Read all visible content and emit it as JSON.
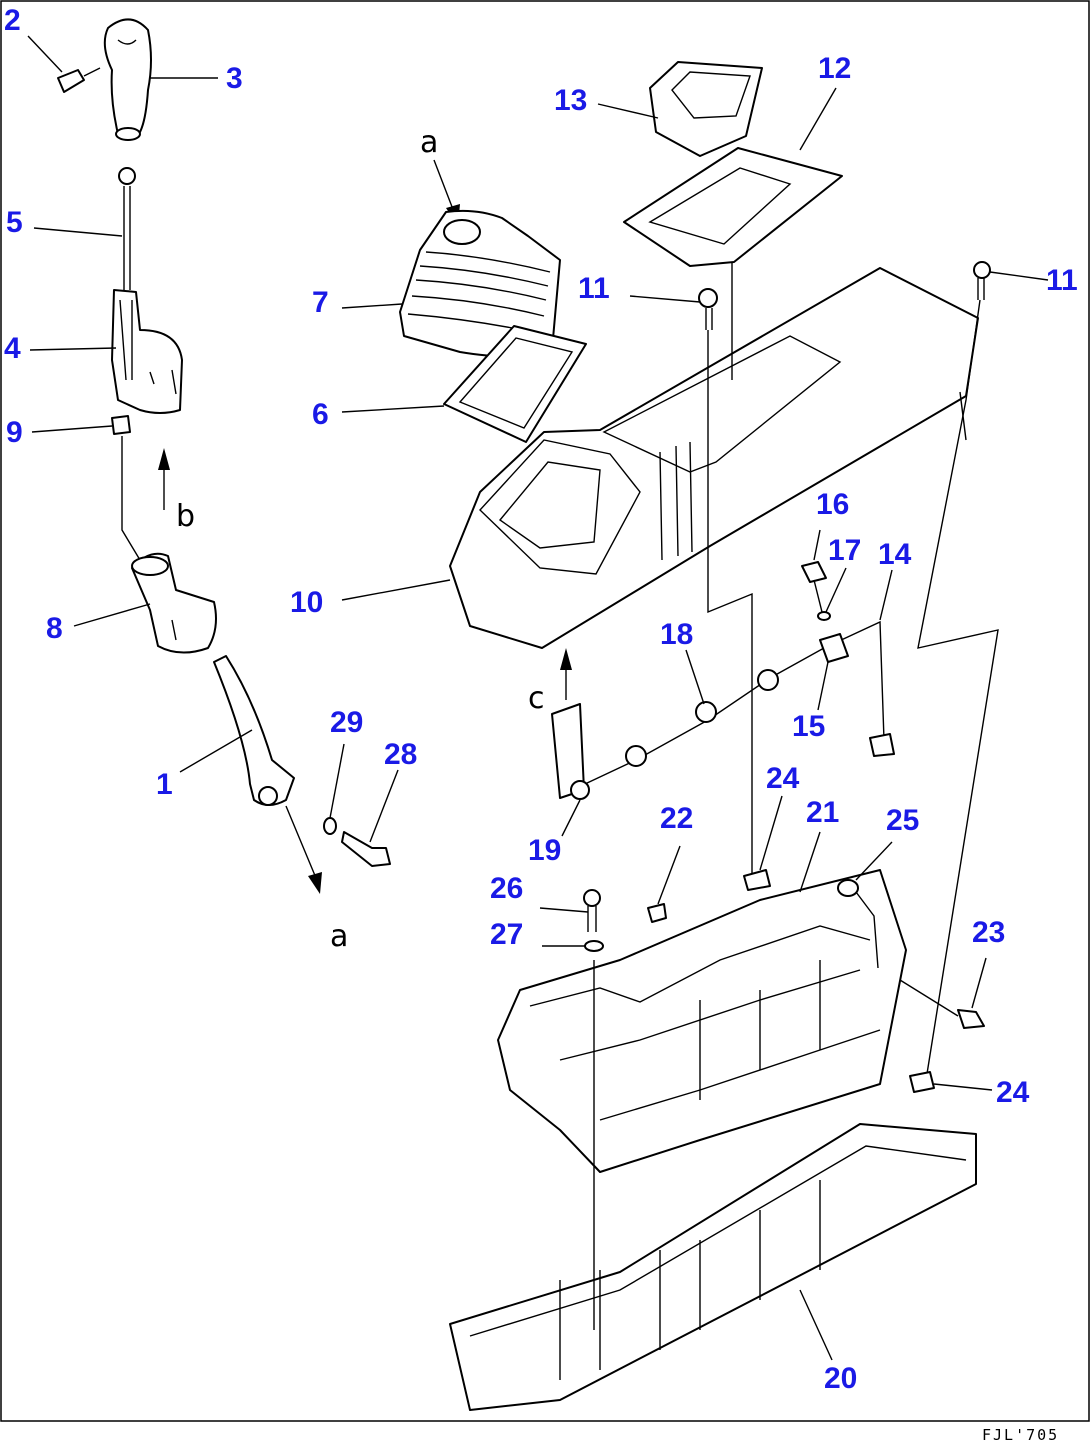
{
  "diagram": {
    "drawing_code": "FJL'705",
    "reference_letters": {
      "a": "a",
      "b": "b",
      "c": "c"
    },
    "callouts": {
      "p1": "1",
      "p2": "2",
      "p3": "3",
      "p4": "4",
      "p5": "5",
      "p6": "6",
      "p7": "7",
      "p8": "8",
      "p9": "9",
      "p10": "10",
      "p11a": "11",
      "p11b": "11",
      "p12": "12",
      "p13": "13",
      "p14": "14",
      "p15": "15",
      "p16": "16",
      "p17": "17",
      "p18": "18",
      "p19": "19",
      "p20": "20",
      "p21": "21",
      "p22": "22",
      "p23": "23",
      "p24a": "24",
      "p24b": "24",
      "p25": "25",
      "p26": "26",
      "p27": "27",
      "p28": "28",
      "p29": "29"
    },
    "colors": {
      "callout": "#1a1ae6",
      "line": "#000000",
      "background": "#ffffff"
    }
  }
}
